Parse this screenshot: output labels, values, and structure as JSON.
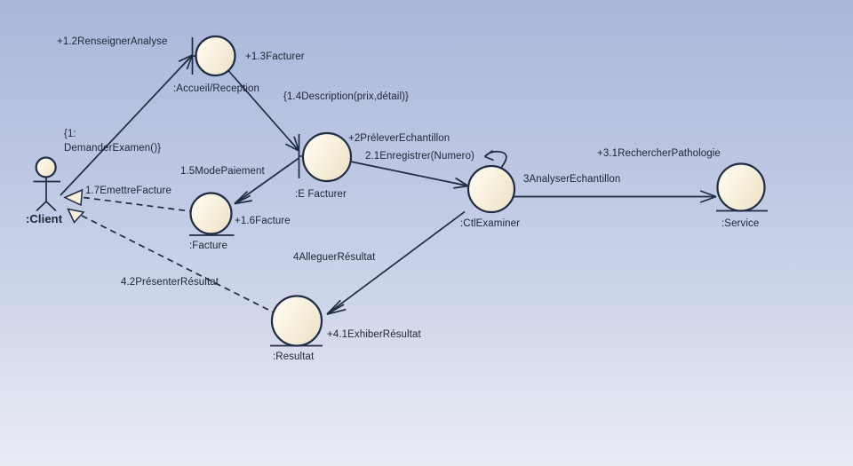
{
  "diagram": {
    "type": "uml-communication-robustness-diagram",
    "actor": {
      "label": ":Client"
    },
    "nodes": {
      "accueil": {
        "label": ":Accueil/Reception",
        "stereotype": "boundary"
      },
      "efacturer": {
        "label": ":E Facturer",
        "stereotype": "boundary"
      },
      "facture": {
        "label": ":Facture",
        "stereotype": "entity"
      },
      "ctlexaminer": {
        "label": ":CtlExaminer",
        "stereotype": "control"
      },
      "service": {
        "label": ":Service",
        "stereotype": "entity"
      },
      "resultat": {
        "label": ":Resultat",
        "stereotype": "entity"
      }
    },
    "messages": {
      "m1": {
        "label": "{1:\nDemanderExamen()}"
      },
      "m1_2": {
        "label": "+1.2RenseignerAnalyse"
      },
      "m1_3": {
        "label": "+1.3Facturer"
      },
      "m1_4": {
        "label": "{1.4Description(prix,détail)}"
      },
      "m1_5": {
        "label": "1.5ModePaiement"
      },
      "m1_6": {
        "label": "+1.6Facture"
      },
      "m1_7": {
        "label": "1.7EmettreFacture"
      },
      "m2": {
        "label": "+2PréleverEchantillon"
      },
      "m2_1": {
        "label": "2.1Enregistrer(Numero)"
      },
      "m3": {
        "label": "3AnalyserEchantillon"
      },
      "m3_1": {
        "label": "+3.1RechercherPathologie"
      },
      "m4": {
        "label": "4AlleguerRésultat"
      },
      "m4_1": {
        "label": "+4.1ExhiberRésultat"
      },
      "m4_2": {
        "label": "4.2PrésenterRésultat"
      }
    },
    "colors": {
      "background_top": "#a9b7db",
      "background_bottom": "#e9edf6",
      "node_fill": "#f8f0dc",
      "node_fill_light": "#fffef6",
      "stroke": "#1f2c42",
      "text": "#1b2533"
    }
  }
}
